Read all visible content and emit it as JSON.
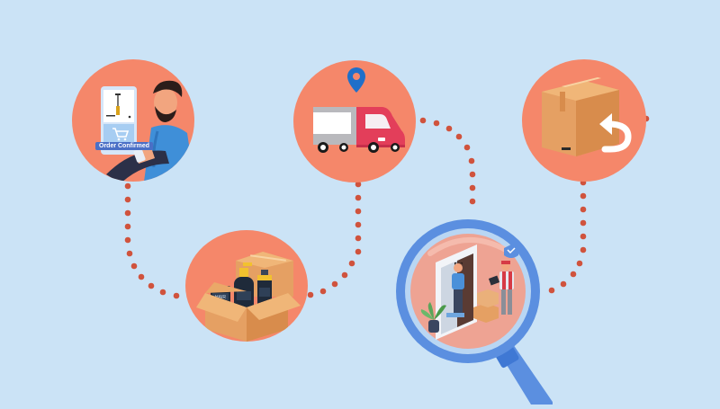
{
  "colors": {
    "background": "#cbe3f6",
    "node_fill": "#f5876a",
    "dot": "#d0533d",
    "magnifier": "#5b8fe0",
    "pin": "#1f6fc9",
    "truck_cab": "#e33e5a",
    "box": "#e5a063"
  },
  "steps": [
    {
      "id": "order",
      "label": "Order Confirmed",
      "icon": "person-shopping-phone"
    },
    {
      "id": "packing",
      "label": "HAIR",
      "icon": "open-box-with-products"
    },
    {
      "id": "shipping",
      "icon": "delivery-truck-with-location-pin"
    },
    {
      "id": "delivery",
      "icon": "magnifier-doorstep-delivery"
    },
    {
      "id": "return",
      "icon": "box-with-return-arrow"
    }
  ]
}
